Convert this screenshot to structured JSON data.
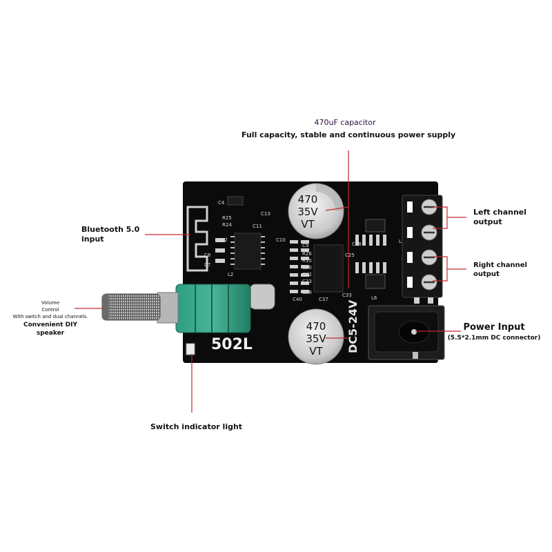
{
  "annotations": {
    "capacitor": {
      "line1": "470uF capacitor",
      "line2": "Full capacity, stable and continuous power supply"
    },
    "bluetooth": {
      "line1": "Bluetooth 5.0",
      "line2": "input"
    },
    "left_channel": {
      "line1": "Left channel",
      "line2": "output"
    },
    "right_channel": {
      "line1": "Right channel",
      "line2": "output"
    },
    "volume": {
      "line1": "Volume",
      "line2": "Control",
      "line3": "With switch and dual channels.",
      "line4": "Convenient DIY",
      "line5": "speaker"
    },
    "power": {
      "line1": "Power Input",
      "line2": "(5.5*2.1mm DC connector)"
    },
    "indicator": {
      "line1": "Switch indicator light"
    }
  },
  "board": {
    "model": "502L",
    "voltage": "DC5-24V",
    "cap_top": {
      "value": "470",
      "voltage": "35V",
      "series": "VT"
    },
    "cap_bottom": {
      "value": "470",
      "voltage": "35V",
      "series": "VT"
    },
    "silkscreen": [
      "R25",
      "R24",
      "C12",
      "C8",
      "C7",
      "L2",
      "C10",
      "C13",
      "C11",
      "C9",
      "R26",
      "R10",
      "C20",
      "C22",
      "C23",
      "C28",
      "C40",
      "C37",
      "C33",
      "C25",
      "C18",
      "L6",
      "L3",
      "C4"
    ]
  },
  "colors": {
    "board": "#0b0b0b",
    "pot_knob": "#2e9e80",
    "leader_line": "#c0282d",
    "capacitor": "#d7d7d7"
  }
}
